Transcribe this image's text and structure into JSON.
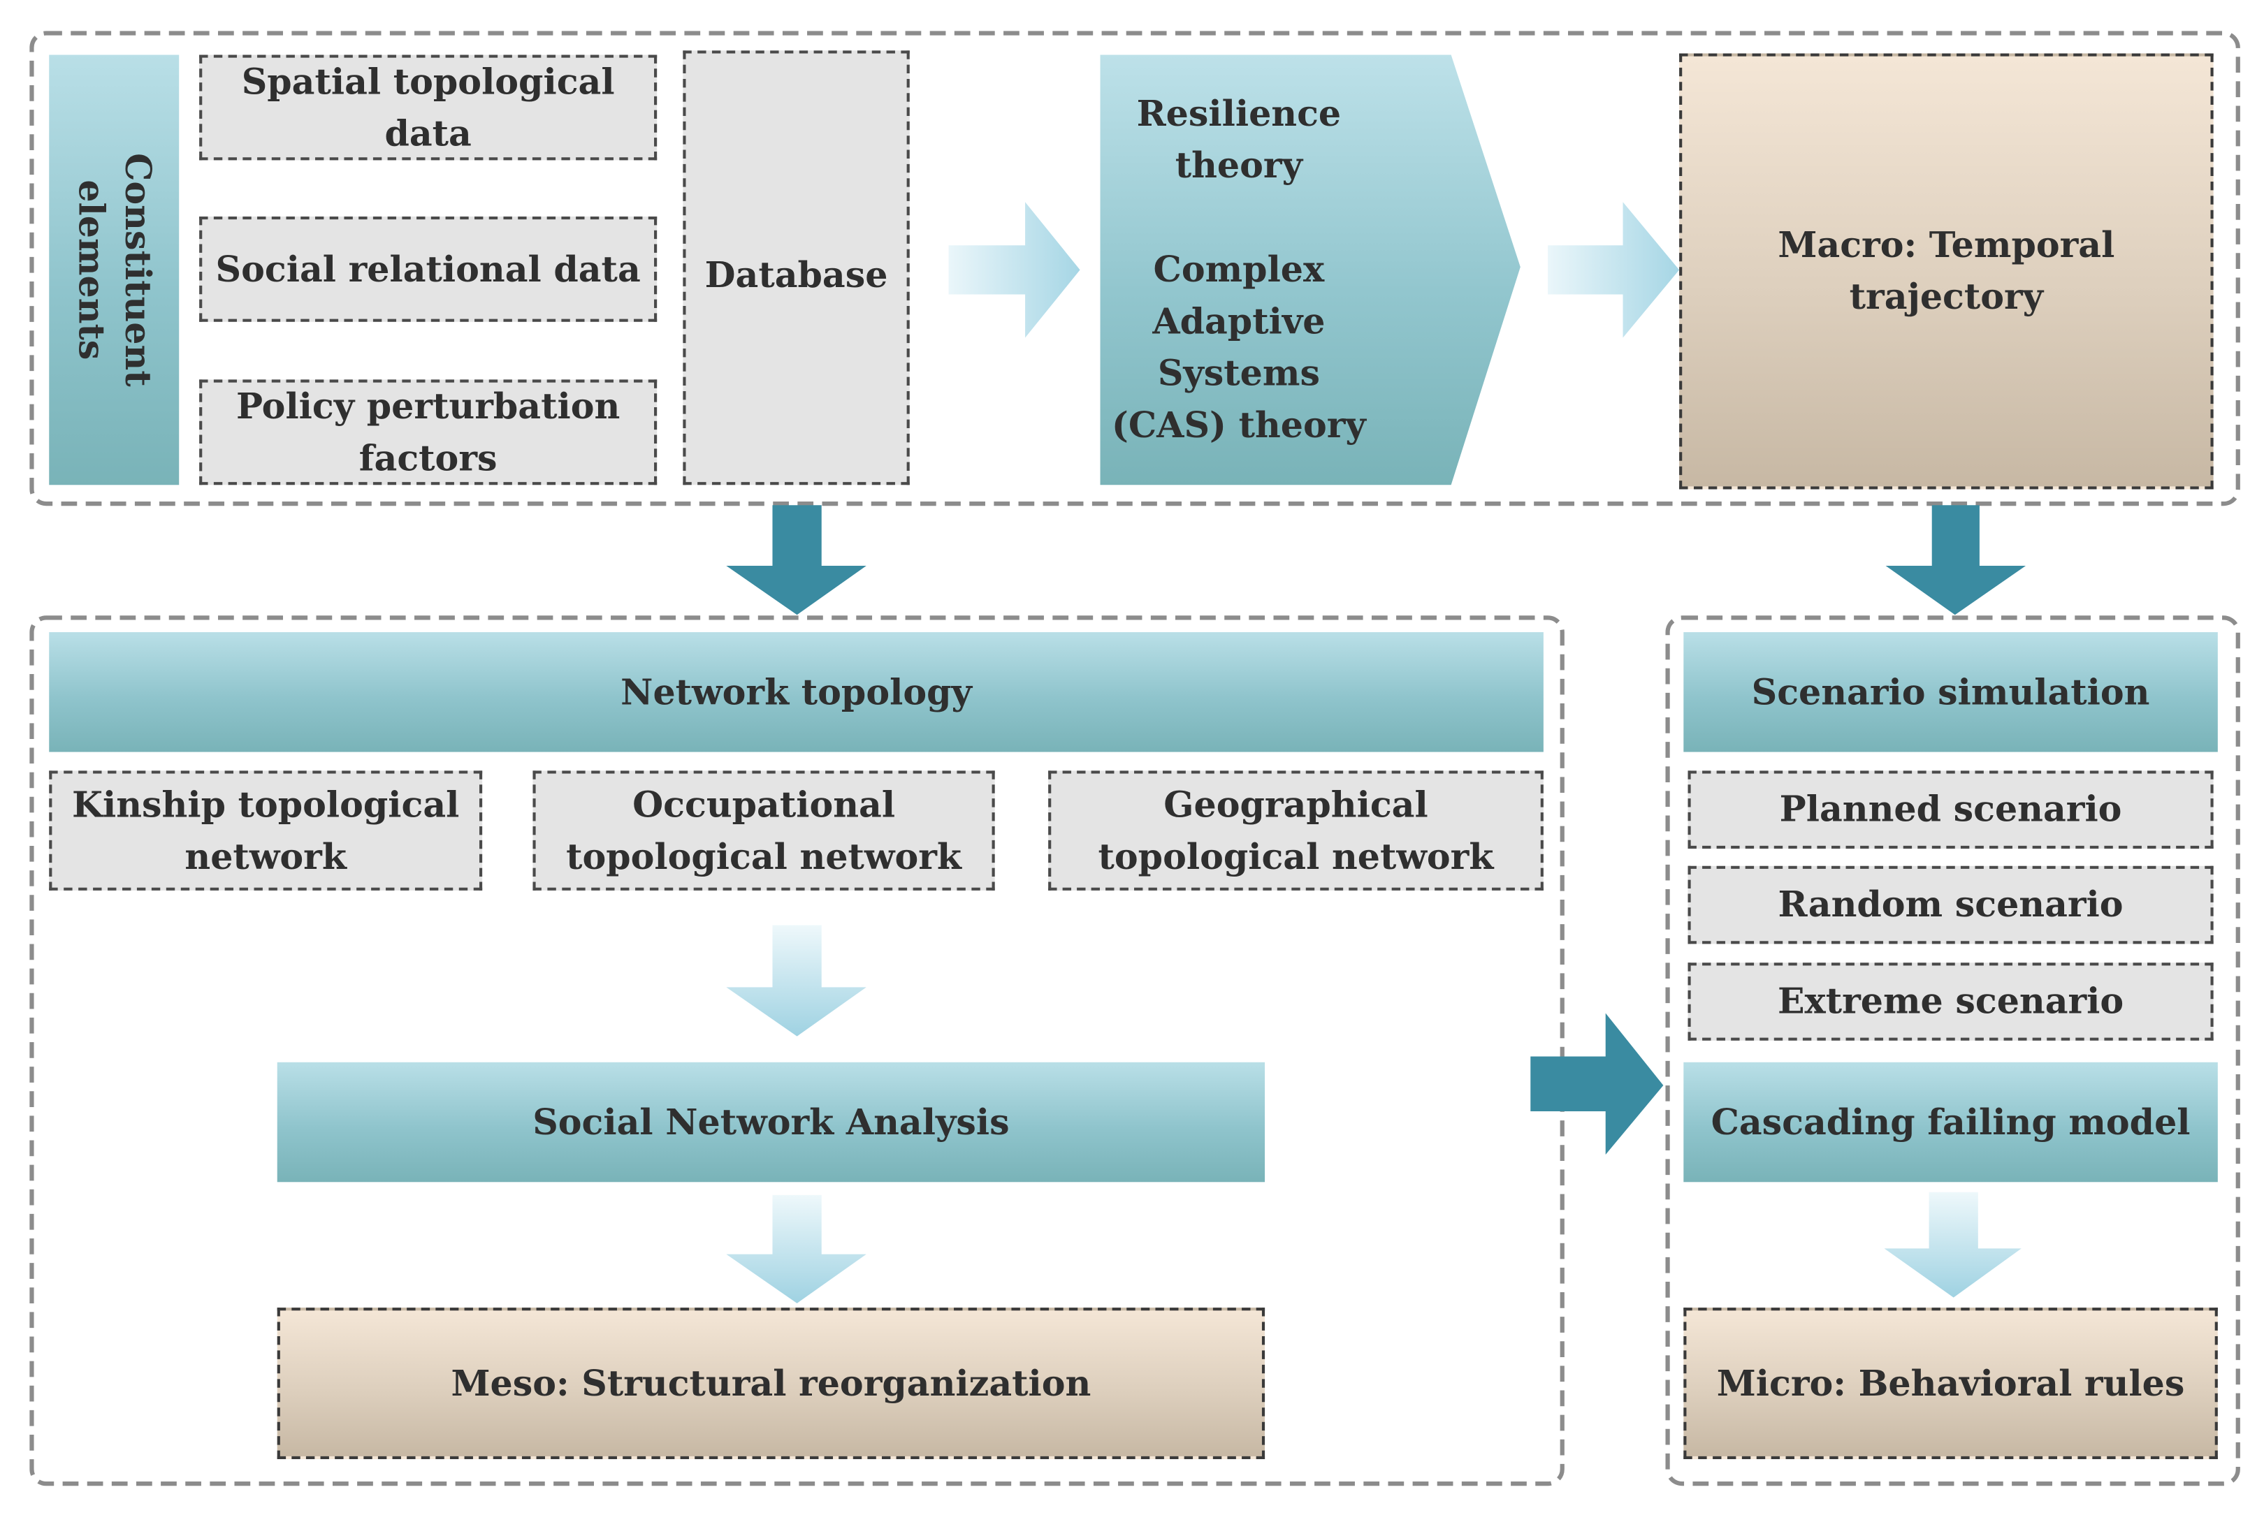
{
  "top": {
    "constituent_elements": "Constituent elements",
    "inputs": [
      "Spatial topological data",
      "Social relational data",
      "Policy perturbation factors"
    ],
    "database": "Database",
    "theory": {
      "resilience": "Resilience theory",
      "cas": "Complex Adaptive Systems (CAS) theory"
    },
    "macro": "Macro: Temporal trajectory"
  },
  "meso_panel": {
    "header": "Network topology",
    "networks": [
      "Kinship topological network",
      "Occupational topological network",
      "Geographical topological network"
    ],
    "analysis": "Social Network Analysis",
    "result": "Meso: Structural reorganization"
  },
  "micro_panel": {
    "header": "Scenario simulation",
    "scenarios": [
      "Planned scenario",
      "Random scenario",
      "Extreme scenario"
    ],
    "model": "Cascading failing model",
    "result": "Micro: Behavioral rules"
  },
  "colors": {
    "teal_light": "#b9dfe7",
    "teal_dark": "#79b3b8",
    "arrow_dark": "#3a8ba1",
    "arrow_light": "#a8d8e6",
    "beige": "#ddcfbd",
    "grey_box": "#e4e4e4",
    "panel_border": "#8c8c8c"
  }
}
